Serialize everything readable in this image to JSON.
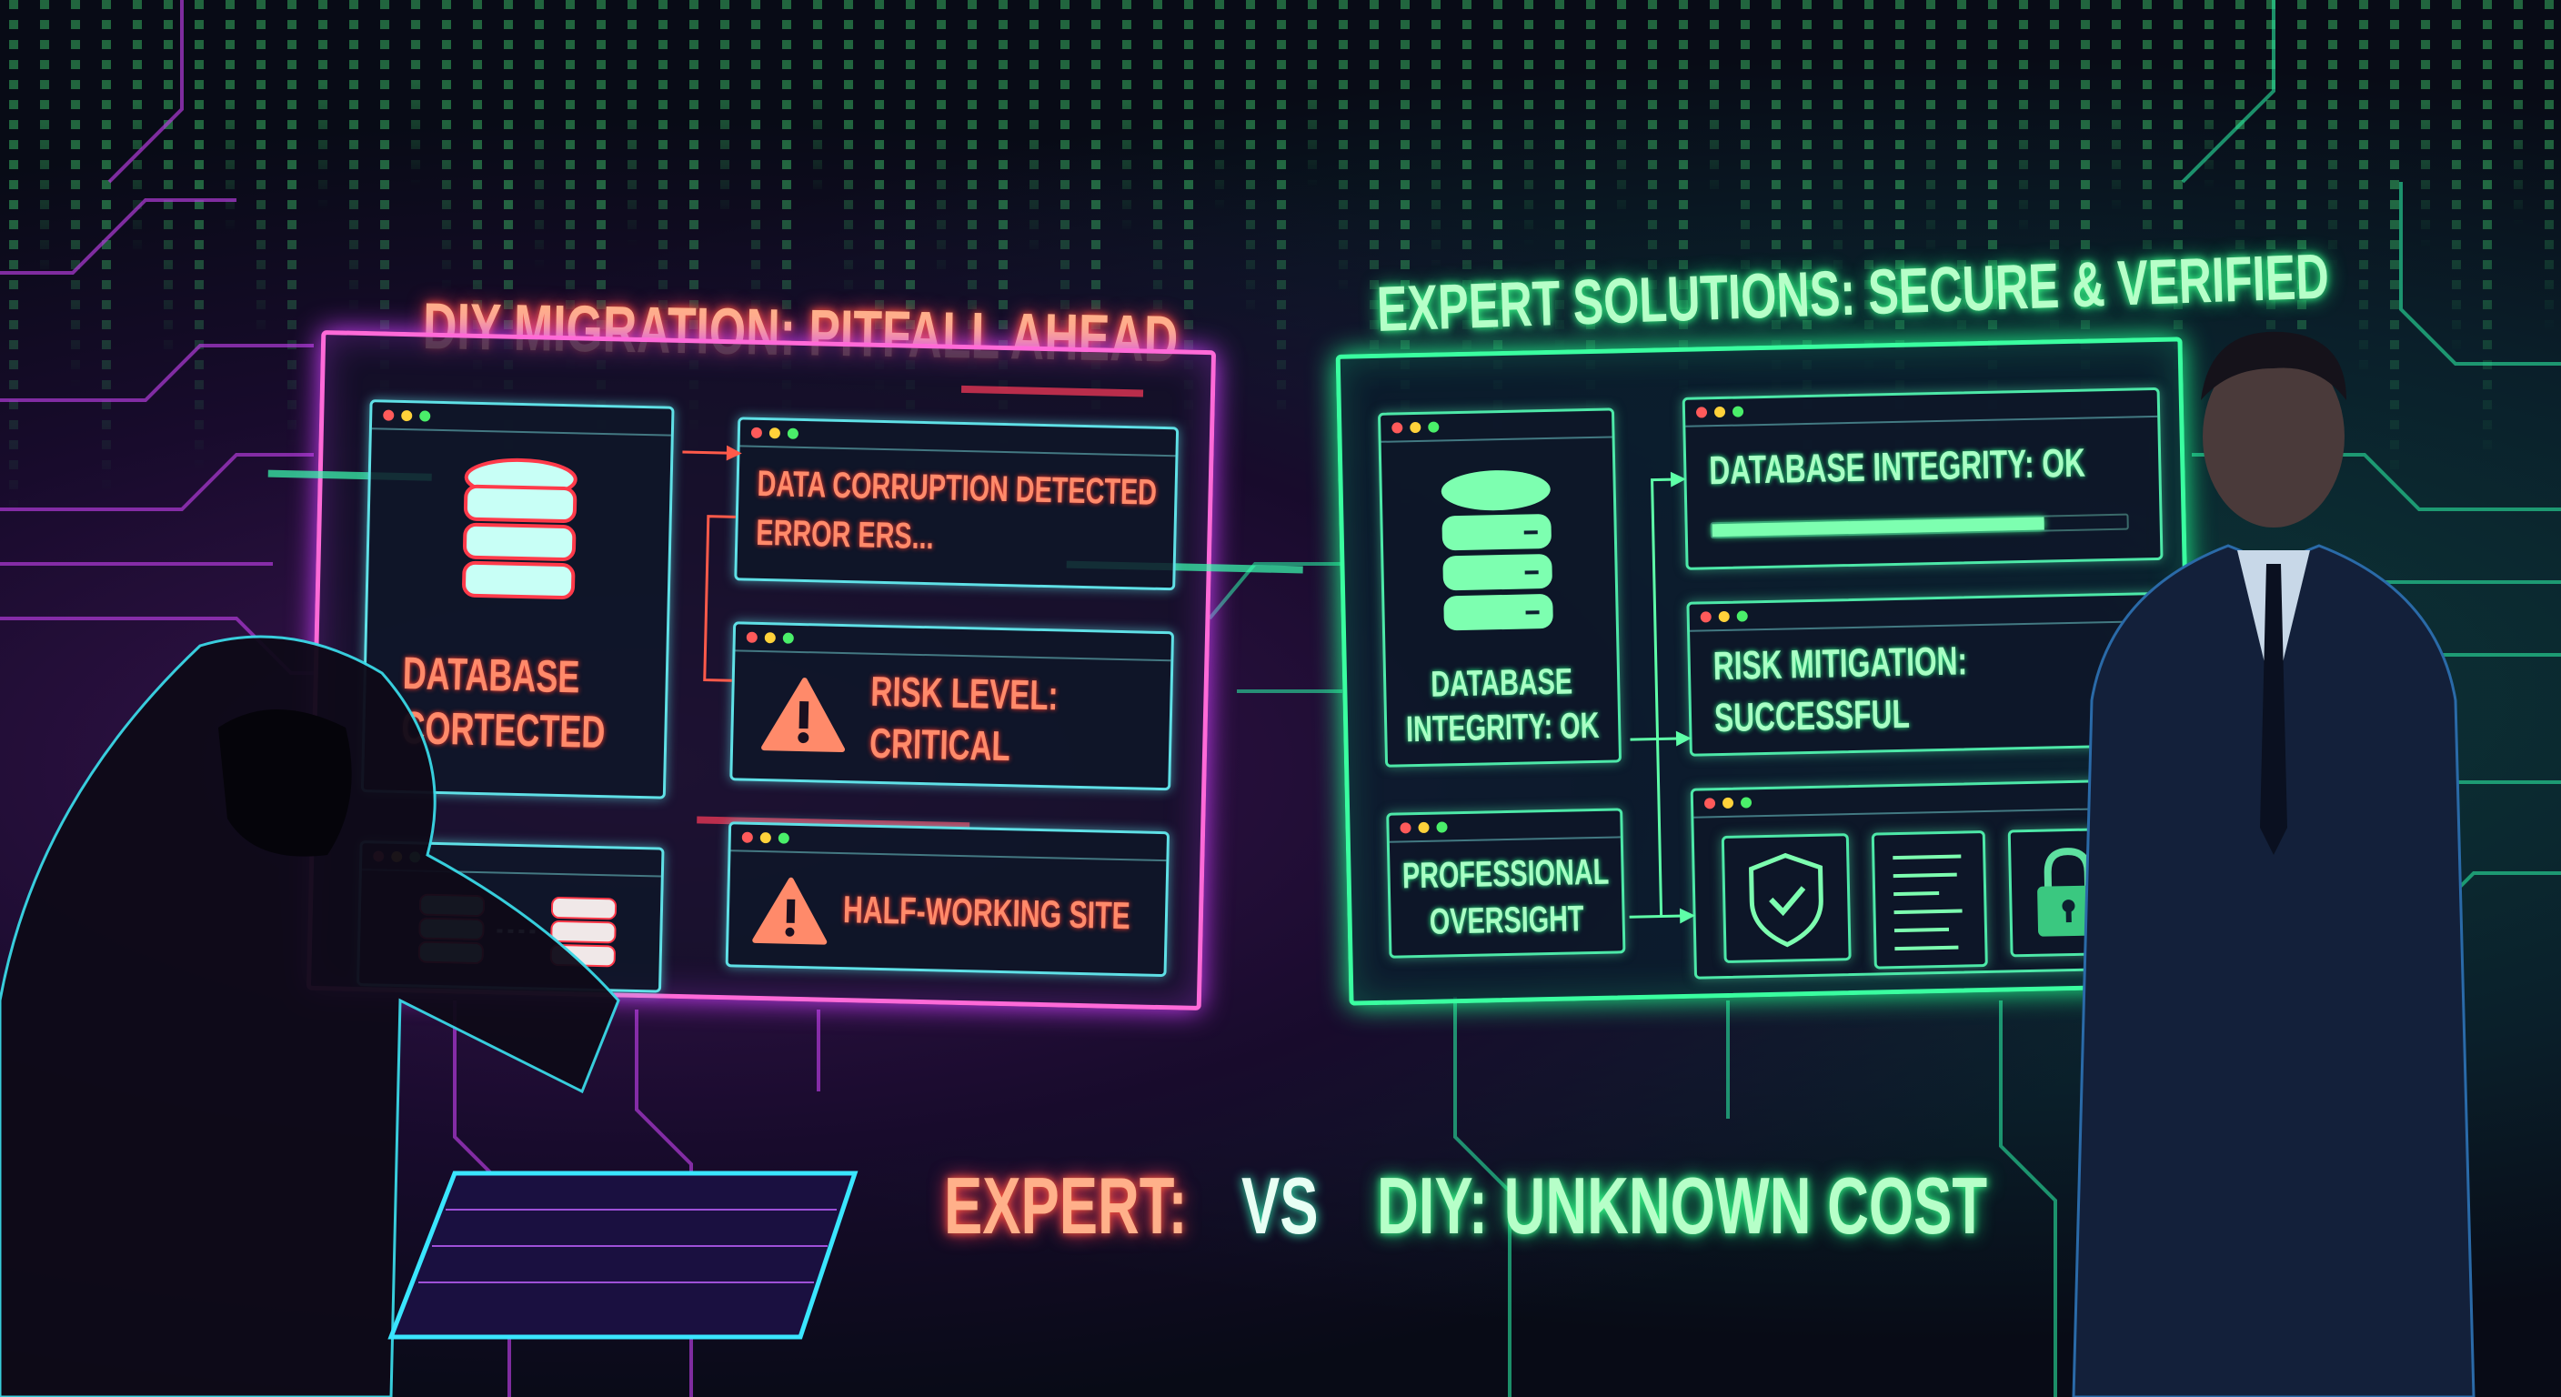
{
  "left": {
    "title": "DIY MIGRATION: PITFALL AHEAD",
    "database_label": [
      "DATABASE",
      "CORTECTED"
    ],
    "corruption": [
      "DATA CORRUPTION DETECTED",
      "ERROR ERS..."
    ],
    "risk": [
      "RISK LEVEL:",
      "CRITICAL"
    ],
    "half_working": "HALF-WORKING SITE",
    "icons": [
      "database-icon",
      "warning-icon"
    ]
  },
  "right": {
    "title": "EXPERT SOLUTIONS: SECURE & VERIFIED",
    "database_label": [
      "DATABASE",
      "INTEGRITY: OK"
    ],
    "integrity": "DATABASE INTEGRITY: OK",
    "integrity_progress_percent": 80,
    "risk": [
      "RISK MITIGATION:",
      "SUCCESSFUL"
    ],
    "oversight": [
      "PROFESSIONAL",
      "OVERSIGHT"
    ],
    "icons": [
      "shield-check-icon",
      "document-icon",
      "lock-icon"
    ]
  },
  "bottom": {
    "expert": "EXPERT:",
    "vs": "VS",
    "diy": "DIY: UNKNOWN COST"
  },
  "colors": {
    "diy_accent": "#ff6ad8",
    "diy_text": "#ff8a6a",
    "expert_accent": "#3affa0",
    "expert_text": "#a8ffc4"
  }
}
